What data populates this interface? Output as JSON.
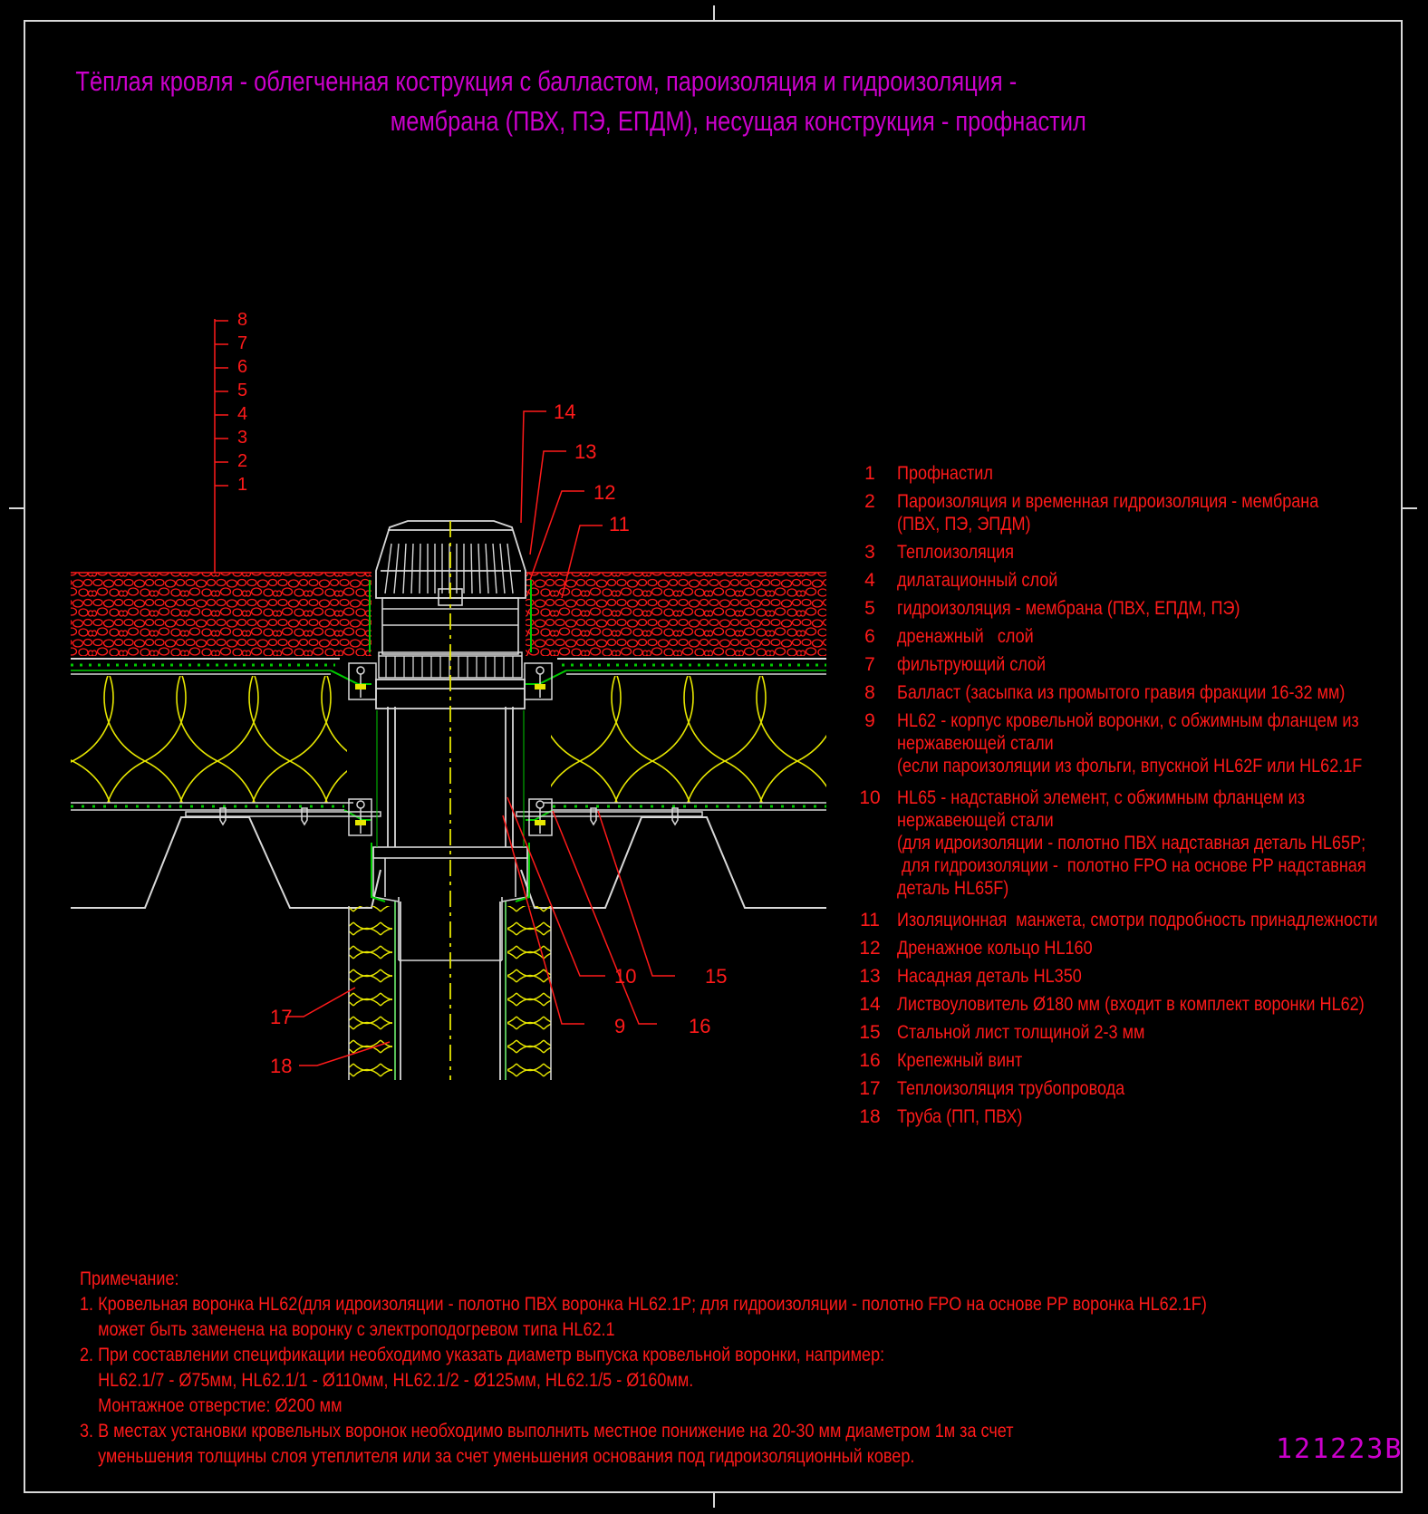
{
  "title": {
    "line1": "Тёплая кровля - облегченная кострукция с балластом, пароизоляция и гидроизоляция -",
    "line2": "мембрана (ПВХ, ПЭ, ЕПДМ), несущая конструкция - профнастил"
  },
  "layer_scale": [
    "8",
    "7",
    "6",
    "5",
    "4",
    "3",
    "2",
    "1"
  ],
  "callouts": {
    "c14": "14",
    "c13": "13",
    "c12": "12",
    "c11": "11",
    "c10": "10",
    "c15": "15",
    "c9": "9",
    "c16": "16",
    "c17": "17",
    "c18": "18"
  },
  "legend": [
    {
      "num": "1",
      "lines": [
        "Профнастил"
      ]
    },
    {
      "num": "2",
      "lines": [
        "Пароизоляция и временная гидроизоляция - мембрана",
        "(ПВХ, ПЭ, ЭПДМ)"
      ]
    },
    {
      "num": "3",
      "lines": [
        "Теплоизоляция"
      ]
    },
    {
      "num": "4",
      "lines": [
        "дилатационный слой"
      ]
    },
    {
      "num": "5",
      "lines": [
        "гидроизоляция - мембрана (ПВХ, ЕПДМ, ПЭ)"
      ]
    },
    {
      "num": "6",
      "lines": [
        "дренажный   слой"
      ]
    },
    {
      "num": "7",
      "lines": [
        "фильтрующий слой"
      ]
    },
    {
      "num": "8",
      "lines": [
        "Балласт (засыпка из промытого гравия фракции 16-32 мм)"
      ]
    },
    {
      "num": "9",
      "lines": [
        "HL62 - корпус кровельной воронки, с обжимным фланцем из",
        "нержавеющей стали",
        "(если пароизоляции из фольги, впускной HL62F или HL62.1F"
      ]
    },
    {
      "num": "10",
      "lines": [
        "HL65 - надставной элемент, с обжимным фланцем из",
        "нержавеющей стали",
        "(для идроизоляции - полотно ПВХ надставная деталь HL65P;",
        " для гидроизоляции -  полотно FPO на основе PP надставная",
        "деталь HL65F)"
      ]
    },
    {
      "num": "11",
      "lines": [
        "Изоляционная  манжета, смотри подробность принадлежности"
      ]
    },
    {
      "num": "12",
      "lines": [
        "Дренажное кольцо HL160"
      ]
    },
    {
      "num": "13",
      "lines": [
        "Насадная деталь HL350"
      ]
    },
    {
      "num": "14",
      "lines": [
        "Листвоуловитель Ø180 мм (входит в комплект воронки HL62)"
      ]
    },
    {
      "num": "15",
      "lines": [
        "Стальной лист толщиной 2-3 мм"
      ]
    },
    {
      "num": "16",
      "lines": [
        "Крепежный винт"
      ]
    },
    {
      "num": "17",
      "lines": [
        "Теплоизоляция трубопровода"
      ]
    },
    {
      "num": "18",
      "lines": [
        "Труба (ПП, ПВХ)"
      ]
    }
  ],
  "notes": [
    "Примечание:",
    "1. Кровельная воронка HL62(для идроизоляции - полотно ПВХ воронка HL62.1P; для гидроизоляции -  полотно FPO на основе PP воронка HL62.1F)",
    "    может быть заменена на воронку с электроподогревом типа HL62.1",
    "2. При составлении спецификации необходимо указать диаметр выпуска кровельной воронки, например:",
    "    HL62.1/7 - Ø75мм, HL62.1/1 - Ø110мм, HL62.1/2 - Ø125мм, HL62.1/5 - Ø160мм.",
    "    Монтажное отверстие: Ø200 мм",
    "3. В местах установки кровельных воронок необходимо выполнить местное понижение на 20-30 мм диаметром 1м за счет",
    "    уменьшения толщины слоя утеплителя или за счет уменьшения основания под гидроизоляционный ковер."
  ],
  "drawing_code": "121223B",
  "colors": {
    "red": "#ff1a1a",
    "magenta": "#cc00cc",
    "yellow": "#e6e600",
    "green": "#00cc00",
    "white": "#d8d8d8",
    "background": "#000000"
  }
}
